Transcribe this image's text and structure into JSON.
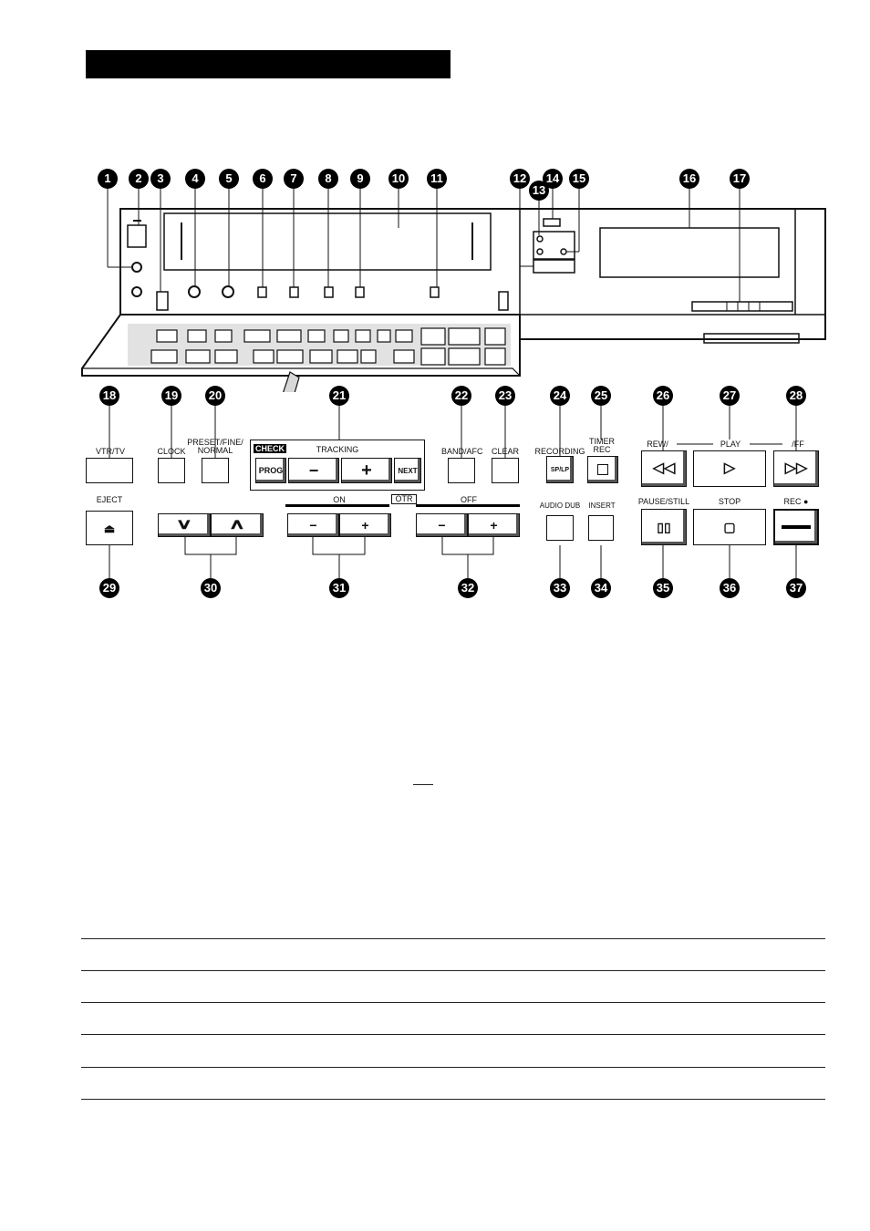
{
  "front": {
    "callouts_top": [
      {
        "n": "1",
        "label": "1"
      },
      {
        "n": "2",
        "label": "2"
      },
      {
        "n": "3",
        "label": "3"
      },
      {
        "n": "4",
        "label": "4"
      },
      {
        "n": "5",
        "label": "5"
      },
      {
        "n": "6",
        "label": "6"
      },
      {
        "n": "7",
        "label": "7"
      },
      {
        "n": "8",
        "label": "8"
      },
      {
        "n": "9",
        "label": "9"
      },
      {
        "n": "10",
        "label": "10"
      },
      {
        "n": "11",
        "label": "11"
      },
      {
        "n": "12",
        "label": "12"
      },
      {
        "n": "13",
        "label": "13"
      },
      {
        "n": "14",
        "label": "14"
      },
      {
        "n": "15",
        "label": "15"
      },
      {
        "n": "16",
        "label": "16"
      },
      {
        "n": "17",
        "label": "17"
      }
    ],
    "callouts_mid": [
      "18",
      "19",
      "20",
      "21",
      "22",
      "23",
      "24",
      "25",
      "26",
      "27",
      "28"
    ],
    "callouts_bottom": [
      "29",
      "30",
      "31",
      "32",
      "33",
      "34",
      "35",
      "36",
      "37"
    ]
  },
  "controls": {
    "vtr_tv": "VTR/TV",
    "clock": "CLOCK",
    "preset_line1": "PRESET/FINE/",
    "preset_line2": "NORMAL",
    "check": "CHECK",
    "tracking": "TRACKING",
    "prog": "PROG",
    "minus": "−",
    "plus": "+",
    "next": "NEXT",
    "band_afc": "BAND/AFC",
    "clear": "CLEAR",
    "recording": "RECORDING",
    "sp_lp": "SP/LP",
    "timer_line1": "TIMER",
    "timer_line2": "REC",
    "rew": "REW/",
    "play": "PLAY",
    "ff": "/FF",
    "eject": "EJECT",
    "on": "ON",
    "otr": "OTR",
    "off": "OFF",
    "audio_dub": "AUDIO DUB",
    "insert": "INSERT",
    "pause_still": "PAUSE/STILL",
    "stop": "STOP",
    "rec": "REC ●"
  },
  "icons": {
    "eject": "eject-icon",
    "down": "chevron-down-icon",
    "up": "chevron-up-icon",
    "rew": "rewind-icon",
    "play": "play-icon",
    "ff": "fast-forward-icon",
    "pause": "pause-icon",
    "stop": "stop-icon",
    "rec": "record-bar-icon",
    "timer": "clock-icon"
  }
}
